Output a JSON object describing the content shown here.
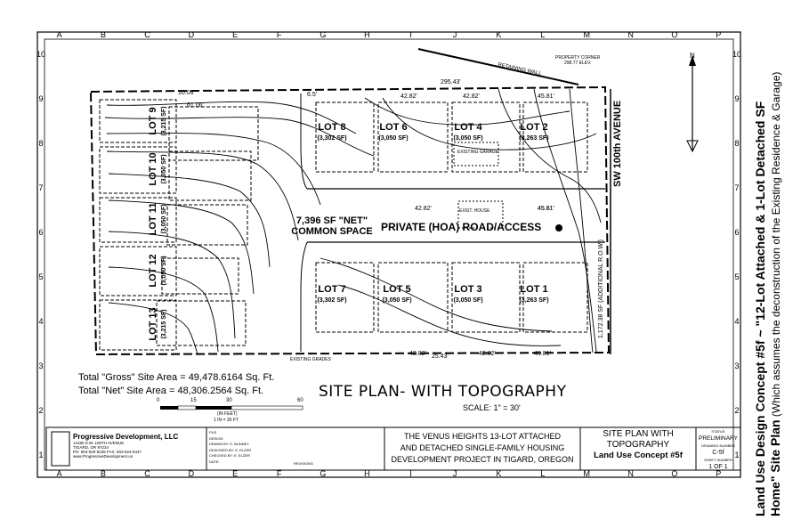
{
  "grid": {
    "columns": [
      "A",
      "B",
      "C",
      "D",
      "E",
      "F",
      "G",
      "H",
      "I",
      "J",
      "K",
      "L",
      "M",
      "N",
      "O",
      "P"
    ],
    "rows": [
      "10",
      "9",
      "8",
      "7",
      "6",
      "5",
      "4",
      "3",
      "2",
      "1"
    ]
  },
  "plan": {
    "lots": [
      {
        "id": "lot9",
        "name": "LOT 9",
        "area": "(3,215 SF)"
      },
      {
        "id": "lot10",
        "name": "LOT 10",
        "area": "(3,050 SF)"
      },
      {
        "id": "lot11",
        "name": "LOT 11",
        "area": "(3,050 SF)"
      },
      {
        "id": "lot12",
        "name": "LOT 12",
        "area": "(3,050 SF)"
      },
      {
        "id": "lot13",
        "name": "LOT 13",
        "area": "(3,215 SF)"
      },
      {
        "id": "lot8",
        "name": "LOT 8",
        "area": "(3,302 SF)"
      },
      {
        "id": "lot6",
        "name": "LOT 6",
        "area": "(3,050 SF)"
      },
      {
        "id": "lot4",
        "name": "LOT 4",
        "area": "(3,050 SF)"
      },
      {
        "id": "lot2",
        "name": "LOT 2",
        "area": "(3,263 SF)"
      },
      {
        "id": "lot7",
        "name": "LOT 7",
        "area": "(3,302 SF)"
      },
      {
        "id": "lot5",
        "name": "LOT 5",
        "area": "(3,050 SF)"
      },
      {
        "id": "lot3",
        "name": "LOT 3",
        "area": "(3,050 SF)"
      },
      {
        "id": "lot1",
        "name": "LOT 1",
        "area": "(3,263 SF)"
      }
    ],
    "common_space_line1": "7,396 SF \"NET\"",
    "common_space_line2": "COMMON SPACE",
    "road_label": "PRIVATE (HOA) ROAD/ACCESS",
    "avenue_label": "SW 100th AVENUE",
    "row_label": "1,172.38 SF (ADDITIONAL R.O.W.)",
    "retaining_wall": "RETAINING WALL",
    "property_corner_line1": "PROPERTY CORNER",
    "property_corner_line2": "298.77 ELEV.",
    "existing_grades": "EXISTING GRADES",
    "existing_house": "EXIST. HOUSE",
    "existing_garage": "EXISTING GARAGE",
    "north": "N",
    "dimensions": [
      "42.82'",
      "42.82'",
      "45.81'",
      "45.81'",
      "42.82'",
      "42.82'",
      "45.81'",
      "25.43'",
      "295.43'",
      "6.5'",
      "10.06'",
      "61.06'",
      "42.82'",
      "45.81'"
    ]
  },
  "areas": {
    "gross_label": "Total \"Gross\" Site Area =",
    "gross_value": "49,478.6164 Sq. Ft.",
    "net_label": "Total \"Net\" Site Area =",
    "net_value": "48,306.2564 Sq. Ft."
  },
  "heading": {
    "title": "SITE PLAN- WITH TOPOGRAPHY",
    "scale": "SCALE: 1\" = 30'"
  },
  "scale_bar": {
    "ticks": [
      "0",
      "15",
      "30",
      "60"
    ],
    "unit_top": "(IN FEET)",
    "unit_bottom": "1 IN = 30 FT"
  },
  "title_block": {
    "company": "Progressive Development, LLC",
    "address1": "14180 S.W. 100TH AVENUE",
    "address2": "TIGARD, OR 97224",
    "phone": "PH: 503-620-6435   FAX: 503-624-6447",
    "website": "www.ProgressiveDevelopment.us",
    "file_rows": [
      "FILE",
      "DESIGN",
      "DRAWN BY: E. BUNNEY",
      "DESIGNED BY: E. ELZER",
      "CHECKED BY: E. ELZER",
      "DATE:"
    ],
    "revisions_label": "REVISIONS",
    "project_lines": [
      "THE VENUS HEIGHTS 13-LOT ATTACHED",
      "AND DETACHED SINGLE-FAMILY HOUSING",
      "DEVELOPMENT PROJECT IN TIGARD, OREGON"
    ],
    "sheet_title_line1": "SITE PLAN WITH",
    "sheet_title_line2": "TOPOGRAPHY",
    "concept": "Land Use Concept #5f",
    "status_label": "STATUS",
    "status_value": "PRELIMINARY",
    "drawing_number_label": "DRAWING NUMBER",
    "drawing_number": "C-5f",
    "sheet_number_label": "SHEET NUMBER",
    "sheet_number": "1 OF 1"
  },
  "side_title": {
    "line1": "Land Use Design Concept #5f  ~  \"12-Lot Attached & 1-Lot Detached SF",
    "line2": "Home\" Site Plan",
    "line2_note": " (Which assumes the deconstruction of the Existing Residence & Garage)"
  }
}
